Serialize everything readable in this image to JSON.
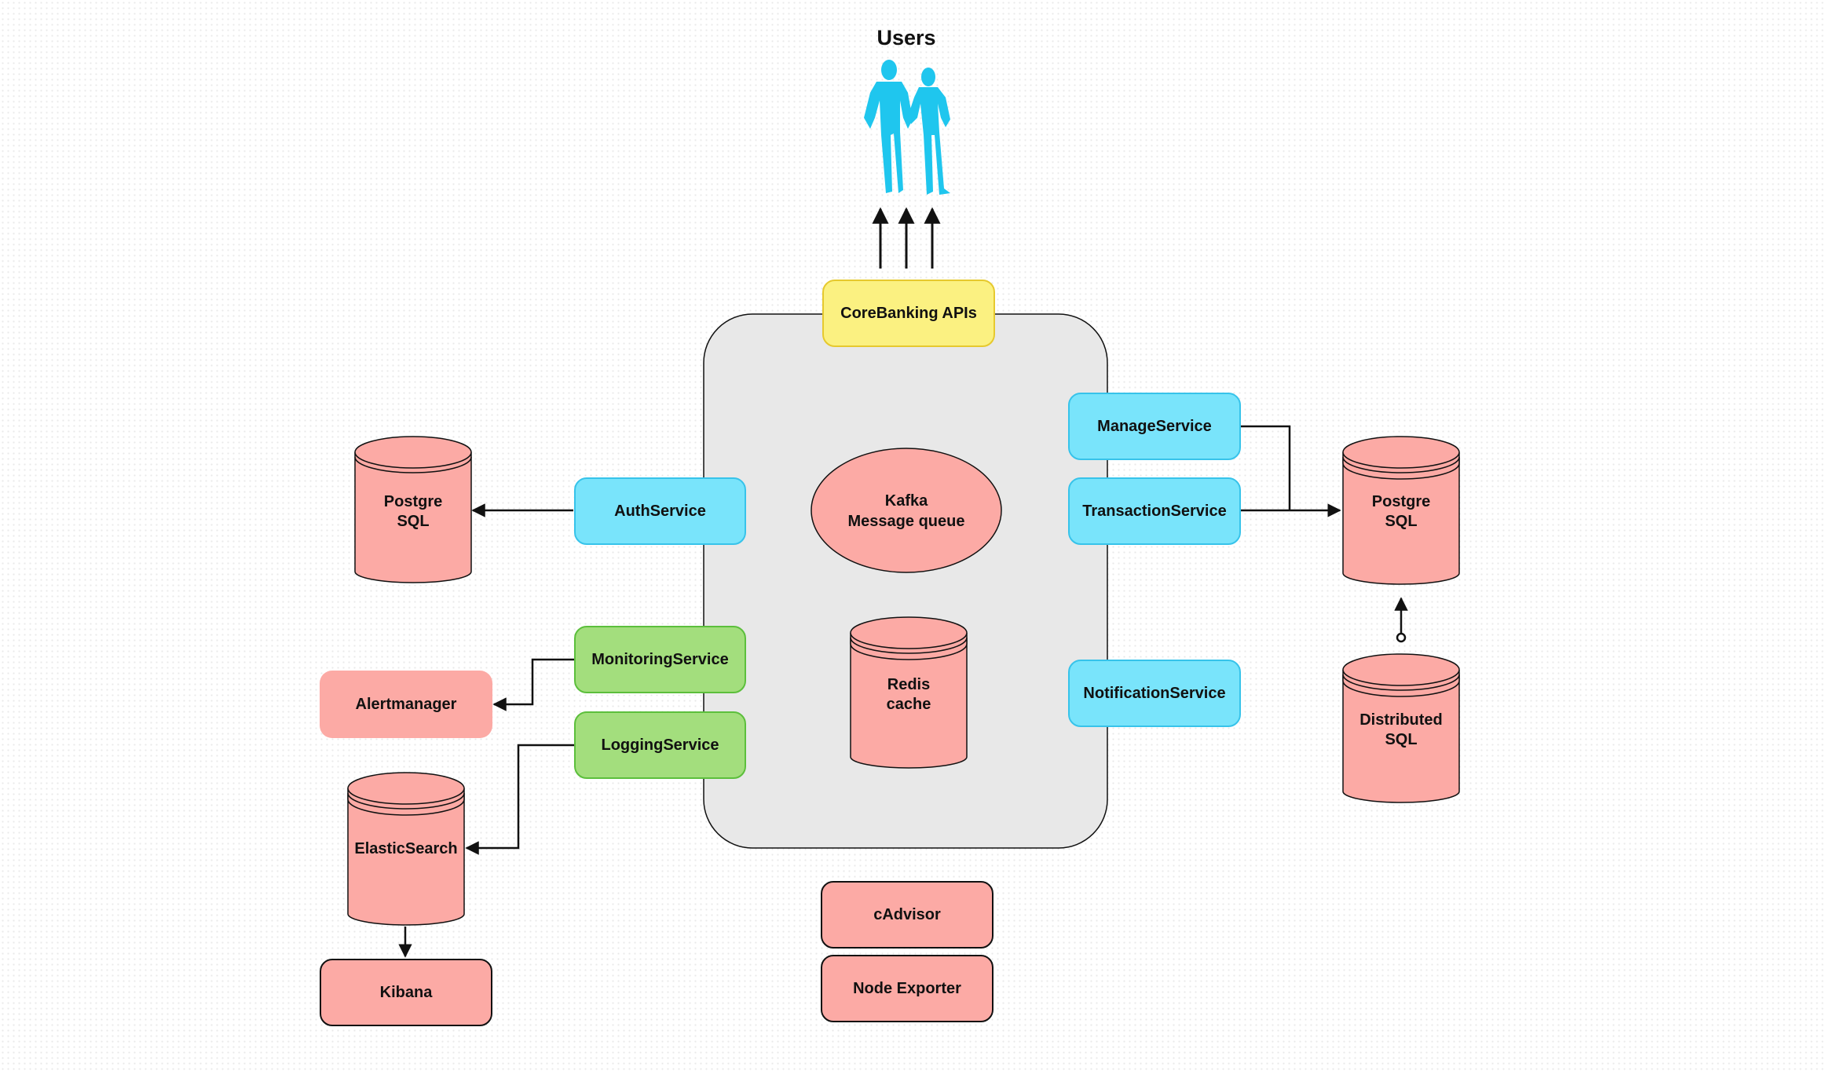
{
  "users": {
    "title": "Users"
  },
  "gateway": {
    "label": "CoreBanking APIs"
  },
  "services": {
    "auth": "AuthService",
    "monitoring": "MonitoringService",
    "logging": "LoggingService",
    "manage": "ManageService",
    "transaction": "TransactionService",
    "notification": "NotificationService"
  },
  "infra": {
    "kafka": "Kafka\nMessage queue",
    "redis": "Redis\ncache",
    "cadvisor": "cAdvisor",
    "node_exporter": "Node Exporter"
  },
  "stores": {
    "postgres_left": "Postgre\nSQL",
    "postgres_right": "Postgre\nSQL",
    "distributed": "Distributed\nSQL",
    "elasticsearch": "ElasticSearch"
  },
  "tools": {
    "alertmanager": "Alertmanager",
    "kibana": "Kibana"
  },
  "colors": {
    "service_blue": "#79e4fb",
    "service_green": "#a3de7d",
    "gateway_yellow": "#fbf181",
    "store_pink": "#fcaaa5",
    "container_gray": "#e8e8e8"
  }
}
